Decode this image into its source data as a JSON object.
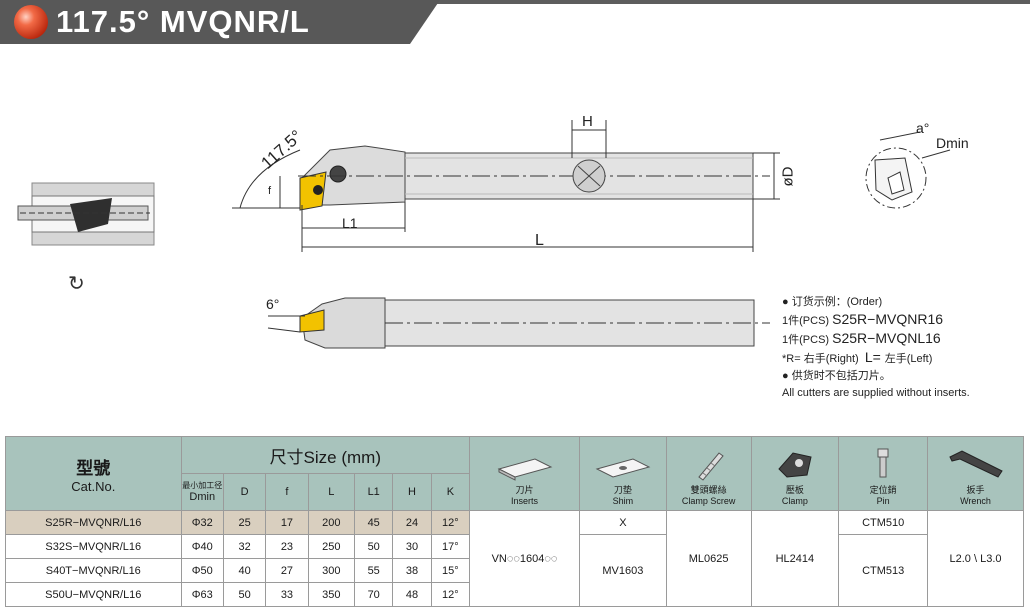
{
  "header": {
    "title": "117.5°  MVQNR/L"
  },
  "drawing": {
    "angle_label": "117.5°",
    "f_label": "f",
    "l1_label": "L1",
    "l_label": "L",
    "h_label": "H",
    "d_label": "øD",
    "a_label": "a°",
    "dmin_label": "Dmin",
    "side_angle_label": "6°"
  },
  "order": {
    "heading": "● 订货示例：(Order)",
    "qty_prefix": "1件",
    "qty_unit": "(PCS)",
    "example_right": "S25R−MVQNR16",
    "example_left": "S25R−MVQNL16",
    "legend_r": "*R= ",
    "legend_r_cn": "右手(Right)",
    "legend_l": "L= ",
    "legend_l_cn": "左手(Left)",
    "note_cn": "● 供货时不包括刀片。",
    "note_en": "All cutters are supplied without inserts."
  },
  "table": {
    "model_cn": "型號",
    "model_en": "Cat.No.",
    "size_label": "尺寸Size (mm)",
    "dmin_cn": "最小加工径",
    "columns": [
      "Dmin",
      "D",
      "f",
      "L",
      "L1",
      "H",
      "K"
    ],
    "parts": [
      {
        "cn": "刀片",
        "en": "Inserts"
      },
      {
        "cn": "刀垫",
        "en": "Shim"
      },
      {
        "cn": "雙頭螺絲",
        "en": "Clamp Screw"
      },
      {
        "cn": "壓板",
        "en": "Clamp"
      },
      {
        "cn": "定位銷",
        "en": "Pin"
      },
      {
        "cn": "扳手",
        "en": "Wrench"
      }
    ],
    "rows": [
      {
        "model": "S25R−MVQNR/L16",
        "dmin": "Φ32",
        "d": "25",
        "f": "17",
        "l": "200",
        "l1": "45",
        "h": "24",
        "k": "12°"
      },
      {
        "model": "S32S−MVQNR/L16",
        "dmin": "Φ40",
        "d": "32",
        "f": "23",
        "l": "250",
        "l1": "50",
        "h": "30",
        "k": "17°"
      },
      {
        "model": "S40T−MVQNR/L16",
        "dmin": "Φ50",
        "d": "40",
        "f": "27",
        "l": "300",
        "l1": "55",
        "h": "38",
        "k": "15°"
      },
      {
        "model": "S50U−MVQNR/L16",
        "dmin": "Φ63",
        "d": "50",
        "f": "33",
        "l": "350",
        "l1": "70",
        "h": "48",
        "k": "12°"
      }
    ],
    "insert": "VN◌◌1604◌◌",
    "shim_first": "X",
    "shim": "MV1603",
    "clamp_screw": "ML0625",
    "clamp": "HL2414",
    "pin_first": "CTM510",
    "pin": "CTM513",
    "wrench": "L2.0 \\ L3.0"
  }
}
